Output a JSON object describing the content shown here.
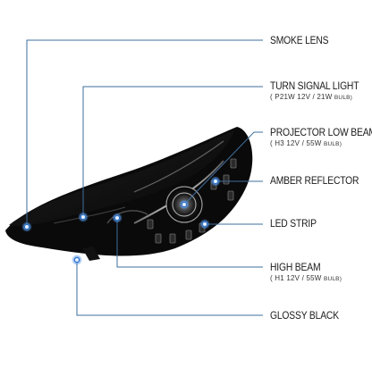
{
  "callouts": [
    {
      "id": "smoke-lens",
      "title": "SMOKE LENS",
      "spec": ""
    },
    {
      "id": "turn-signal",
      "title": "TURN SIGNAL LIGHT",
      "spec": "( P21W  12V / 21W",
      "spec_unit": "BULB)"
    },
    {
      "id": "projector",
      "title": "PROJECTOR LOW BEAM",
      "spec": "( H3  12V / 55W",
      "spec_unit": "BULB)"
    },
    {
      "id": "amber",
      "title": "AMBER REFLECTOR",
      "spec": ""
    },
    {
      "id": "led",
      "title": "LED STRIP",
      "spec": ""
    },
    {
      "id": "high-beam",
      "title": "HIGH BEAM",
      "spec": "( H1  12V / 55W",
      "spec_unit": "BULB)"
    },
    {
      "id": "glossy",
      "title": "GLOSSY BLACK",
      "spec": ""
    }
  ],
  "colors": {
    "leader": "#3d6f9e",
    "dot": "#2e74c9",
    "housing": "#0b0b0b",
    "text": "#1a1a1a"
  }
}
